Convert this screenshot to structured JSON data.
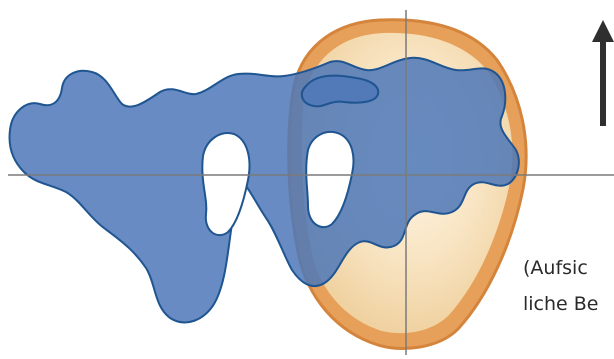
{
  "caption": {
    "line1": "(Aufsic",
    "line2": "liche Be"
  },
  "colors": {
    "background": "#ffffff",
    "blue_fill": "#4e78b8",
    "blue_stroke": "#1f5591",
    "orange_outer": "#e6a05a",
    "orange_stroke": "#d5843c",
    "cream_inner": "#f7e2bd",
    "axis": "#7a7a7a",
    "arrow": "#2f2f2f",
    "text": "#2a2a2a"
  },
  "icons": {
    "arrow": "up-arrow"
  }
}
